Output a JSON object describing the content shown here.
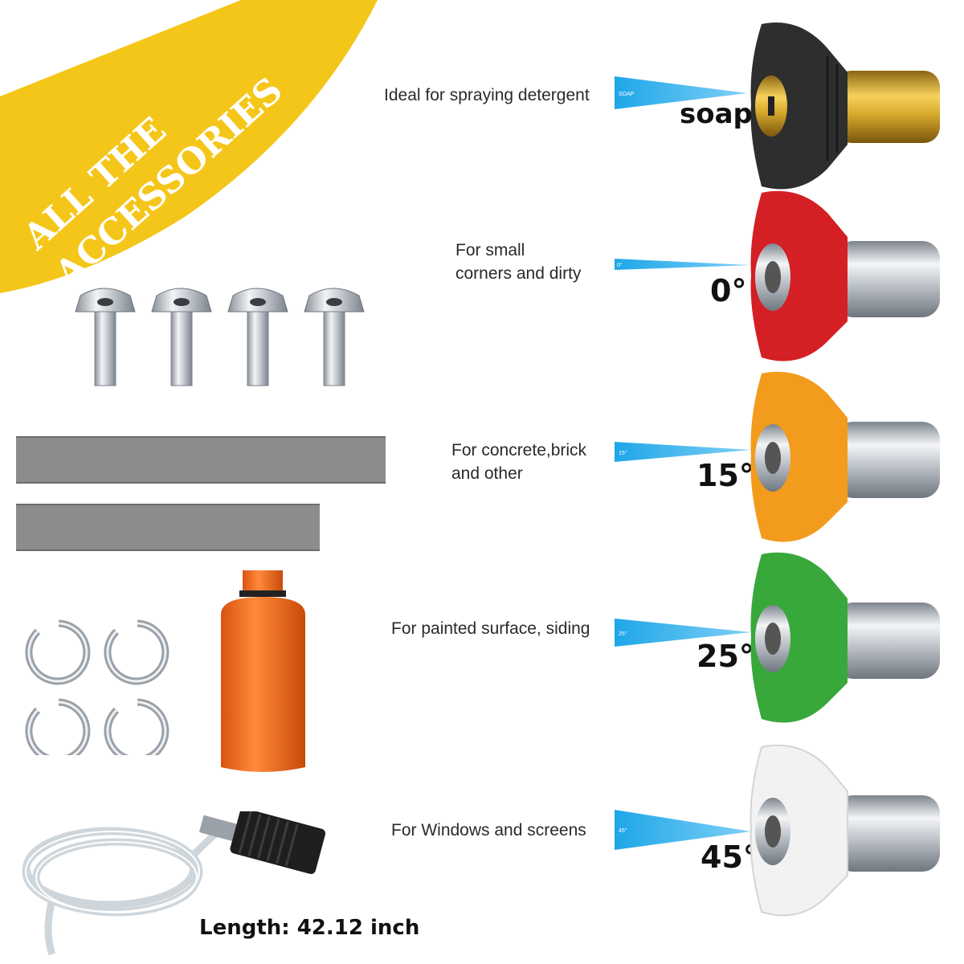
{
  "banner": {
    "line1": "ALL THE",
    "line2": "ACCESSORIES",
    "color": "#f5c61a"
  },
  "nozzles": [
    {
      "id": "soap",
      "description_lines": [
        "Ideal for spraying detergent"
      ],
      "angle_label": "soap",
      "spray_label": "SOAP",
      "color": "#2e2e2e",
      "tip": "brass"
    },
    {
      "id": "0",
      "description_lines": [
        "For small",
        "corners and dirty"
      ],
      "angle_label": "0°",
      "spray_label": "0°",
      "color": "#d41f24",
      "tip": "steel"
    },
    {
      "id": "15",
      "description_lines": [
        "For concrete,brick",
        "and other"
      ],
      "angle_label": "15°",
      "spray_label": "15°",
      "color": "#f39b1c",
      "tip": "steel"
    },
    {
      "id": "25",
      "description_lines": [
        "For painted surface, siding"
      ],
      "angle_label": "25°",
      "spray_label": "25°",
      "color": "#39a83b",
      "tip": "steel"
    },
    {
      "id": "45",
      "description_lines": [
        "For Windows and screens"
      ],
      "angle_label": "45°",
      "spray_label": "45°",
      "color": "#f2f2f2",
      "tip": "steel"
    }
  ],
  "hose": {
    "length_label": "Length: 42.12 inch"
  },
  "accessories": {
    "bolt_count": 4,
    "gasket_strip_count": 2,
    "lock_washer_count": 4,
    "oil_cap_color": "#f26a1b"
  }
}
